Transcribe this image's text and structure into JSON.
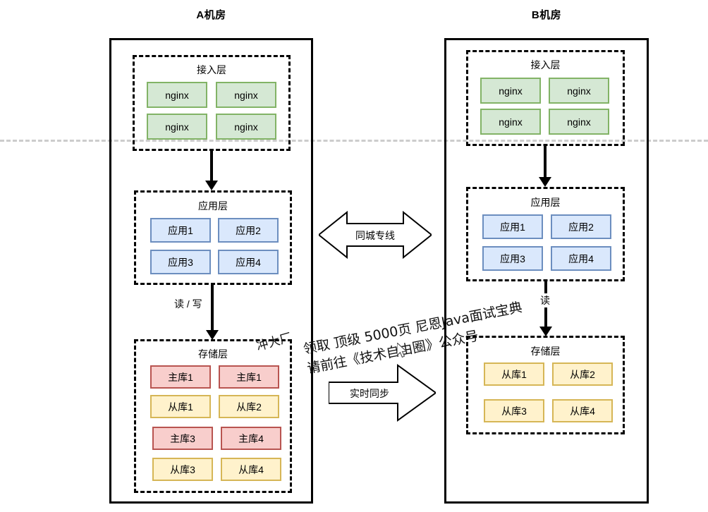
{
  "diagram": {
    "separator_label": "horizontal-dashed-divider",
    "watermark": {
      "line1": "领取 顶级  5000页 尼恩Java面试宝典",
      "line2": "请前往《技术自由圈》公众号",
      "small": "冲大厂"
    },
    "links": [
      {
        "id": "dedicated-line",
        "label": "同城专线",
        "type": "bidirectional"
      },
      {
        "id": "realtime-sync",
        "label": "实时同步",
        "type": "right"
      }
    ],
    "rooms": [
      {
        "id": "room-a",
        "title": "A机房",
        "layers": [
          {
            "id": "access-layer-a",
            "title": "接入层",
            "nodes": [
              {
                "label": "nginx",
                "color": "green"
              },
              {
                "label": "nginx",
                "color": "green"
              },
              {
                "label": "nginx",
                "color": "green"
              },
              {
                "label": "nginx",
                "color": "green"
              }
            ]
          },
          {
            "id": "app-layer-a",
            "title": "应用层",
            "nodes": [
              {
                "label": "应用1",
                "color": "blue"
              },
              {
                "label": "应用2",
                "color": "blue"
              },
              {
                "label": "应用3",
                "color": "blue"
              },
              {
                "label": "应用4",
                "color": "blue"
              }
            ]
          },
          {
            "id": "storage-layer-a",
            "title": "存储层",
            "nodes": [
              {
                "label": "主库1",
                "color": "red"
              },
              {
                "label": "主库1",
                "color": "red"
              },
              {
                "label": "从库1",
                "color": "yellow"
              },
              {
                "label": "从库2",
                "color": "yellow"
              },
              {
                "label": "主库3",
                "color": "red"
              },
              {
                "label": "主库4",
                "color": "red"
              },
              {
                "label": "从库3",
                "color": "yellow"
              },
              {
                "label": "从库4",
                "color": "yellow"
              }
            ]
          }
        ],
        "connectors": [
          {
            "id": "access-to-app-a",
            "label": ""
          },
          {
            "id": "app-to-storage-a",
            "label": "读 / 写"
          }
        ]
      },
      {
        "id": "room-b",
        "title": "B机房",
        "layers": [
          {
            "id": "access-layer-b",
            "title": "接入层",
            "nodes": [
              {
                "label": "nginx",
                "color": "green"
              },
              {
                "label": "nginx",
                "color": "green"
              },
              {
                "label": "nginx",
                "color": "green"
              },
              {
                "label": "nginx",
                "color": "green"
              }
            ]
          },
          {
            "id": "app-layer-b",
            "title": "应用层",
            "nodes": [
              {
                "label": "应用1",
                "color": "blue"
              },
              {
                "label": "应用2",
                "color": "blue"
              },
              {
                "label": "应用3",
                "color": "blue"
              },
              {
                "label": "应用4",
                "color": "blue"
              }
            ]
          },
          {
            "id": "storage-layer-b",
            "title": "存储层",
            "nodes": [
              {
                "label": "从库1",
                "color": "yellow"
              },
              {
                "label": "从库2",
                "color": "yellow"
              },
              {
                "label": "从库3",
                "color": "yellow"
              },
              {
                "label": "从库4",
                "color": "yellow"
              }
            ]
          }
        ],
        "connectors": [
          {
            "id": "access-to-app-b",
            "label": ""
          },
          {
            "id": "app-to-storage-b",
            "label": "读"
          }
        ]
      }
    ],
    "colors": {
      "green_fill": "#d5e8d4",
      "green_stroke": "#82b366",
      "blue_fill": "#dae8fc",
      "blue_stroke": "#6c8ebf",
      "red_fill": "#f8cecc",
      "red_stroke": "#b85450",
      "yellow_fill": "#fff2cc",
      "yellow_stroke": "#d6b656",
      "separator": "#cccccc",
      "outline": "#000000"
    }
  }
}
